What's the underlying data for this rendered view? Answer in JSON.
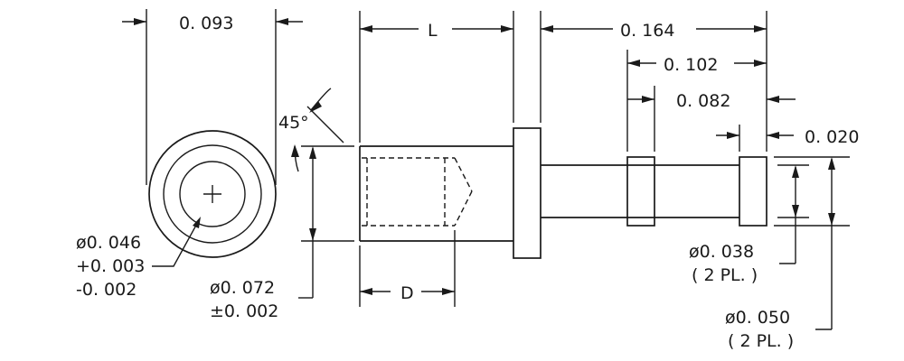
{
  "dimensions": {
    "end_view_width": "0. 093",
    "length_L": "L",
    "overall_right": "0. 164",
    "right_span": "0. 102",
    "ring_spacing": "0. 082",
    "ring_width": "0. 020",
    "chamfer_angle": "45°",
    "depth_D": "D",
    "bore_dia": "ø0. 046",
    "bore_tol_plus": "+0. 003",
    "bore_tol_minus": "-0. 002",
    "body_dia": "ø0. 072",
    "body_tol": "±0. 002",
    "pin_dia": "ø0. 038",
    "pin_qty": "( 2  PL. )",
    "ring_dia": "ø0. 050",
    "ring_qty": "( 2  PL. )"
  }
}
